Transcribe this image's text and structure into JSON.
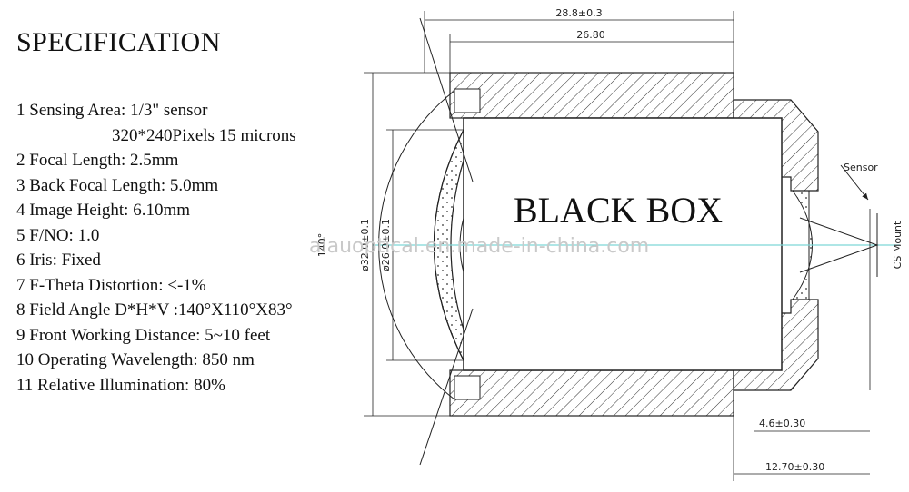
{
  "title": "SPECIFICATION",
  "specs": [
    {
      "text": "1  Sensing Area: 1/3\" sensor"
    },
    {
      "text": "320*240Pixels  15 microns",
      "sub": true
    },
    {
      "text": "2  Focal Length: 2.5mm"
    },
    {
      "text": "3  Back Focal Length: 5.0mm"
    },
    {
      "text": "4  Image Height: 6.10mm"
    },
    {
      "text": "5  F/NO: 1.0"
    },
    {
      "text": "6  Iris: Fixed"
    },
    {
      "text": "7  F-Theta Distortion: <-1%"
    },
    {
      "text": "8 Field Angle D*H*V :140°X110°X83°"
    },
    {
      "text": "9  Front Working Distance: 5~10 feet"
    },
    {
      "text": "10 Operating Wavelength: 850 nm"
    },
    {
      "text": "11 Relative Illumination: 80%"
    }
  ],
  "drawing": {
    "box_label": "BLACK BOX",
    "dim_overall": "28.8±0.3",
    "dim_body": "26.80",
    "dim_flange": "4.6±0.30",
    "dim_back": "12.70±0.30",
    "dim_outer_dia": "ø32.0±0.1",
    "dim_inner_dia": "ø26.0±0.1",
    "angle": "140°",
    "sensor_label": "Sensor",
    "mount_label": "CS Mount",
    "watermark": "aiauoptical.en.made-in-china.com"
  },
  "colors": {
    "optical_axis": "#7ed6d6",
    "line": "#222222"
  }
}
